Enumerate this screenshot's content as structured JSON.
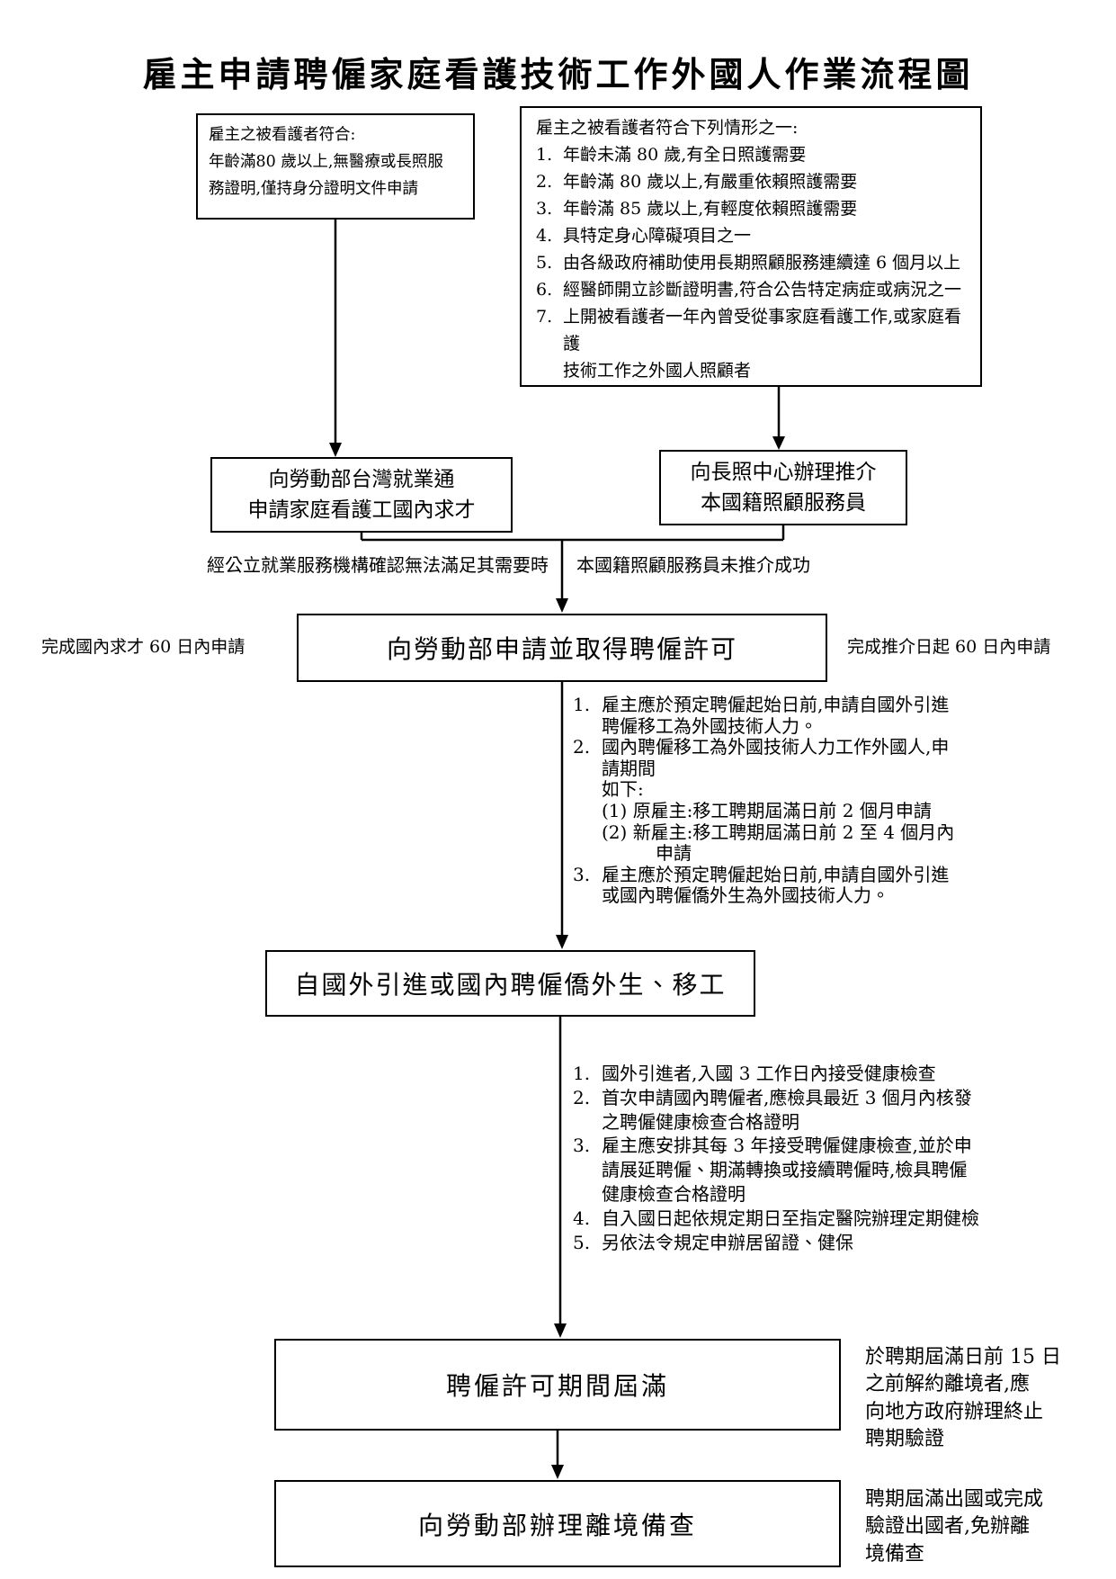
{
  "style": {
    "ink": "#000000",
    "background": "#ffffff"
  },
  "title": "雇主申請聘僱家庭看護技術工作外國人作業流程圖",
  "box_simple": {
    "heading": "雇主之被看護者符合:",
    "body": "年齡滿80 歲以上,無醫療或長照服\n務證明,僅持身分證明文件申請"
  },
  "box_conditions": {
    "heading": "雇主之被看護者符合下列情形之一:",
    "items": [
      {
        "marker": "1.",
        "text": "年齡未滿 80 歲,有全日照護需要"
      },
      {
        "marker": "2.",
        "text": "年齡滿 80 歲以上,有嚴重依賴照護需要"
      },
      {
        "marker": "3.",
        "text": "年齡滿 85 歲以上,有輕度依賴照護需要"
      },
      {
        "marker": "4.",
        "text": "具特定身心障礙項目之一"
      },
      {
        "marker": "5.",
        "text": "由各級政府補助使用長期照顧服務連續達 6 個月以上"
      },
      {
        "marker": "6.",
        "text": "經醫師開立診斷證明書,符合公告特定病症或病況之一"
      },
      {
        "marker": "7.",
        "text": "上開被看護者一年內曾受從事家庭看護工作,或家庭看護\n技術工作之外國人照顧者"
      }
    ]
  },
  "box_domestic_recruit": {
    "label": "向勞動部台灣就業通\n申請家庭看護工國內求才"
  },
  "box_ltc_referral": {
    "label": "向長照中心辦理推介\n本國籍照顧服務員"
  },
  "merge_labels": {
    "left": "經公立就業服務機構確認無法滿足其需要時",
    "right": "本國籍照顧服務員未推介成功"
  },
  "box_permit": {
    "label": "向勞動部申請並取得聘僱許可",
    "left_note": "完成國內求才 60 日內申請",
    "right_note": "完成推介日起 60 日內申請"
  },
  "notes_application": {
    "items": [
      {
        "marker": "1.",
        "text": "雇主應於預定聘僱起始日前,申請自國外引進\n聘僱移工為外國技術人力。"
      },
      {
        "marker": "2.",
        "text": "國內聘僱移工為外國技術人力工作外國人,申\n請期間\n如下:\n(1) 原雇主:移工聘期屆滿日前 2 個月申請\n(2) 新雇主:移工聘期屆滿日前 2 至 4 個月內\n　　　申請"
      },
      {
        "marker": "3.",
        "text": "雇主應於預定聘僱起始日前,申請自國外引進\n或國內聘僱僑外生為外國技術人力。"
      }
    ]
  },
  "box_entry": {
    "label": "自國外引進或國內聘僱僑外生、移工"
  },
  "notes_health": {
    "items": [
      {
        "marker": "1.",
        "text": "國外引進者,入國 3 工作日內接受健康檢查"
      },
      {
        "marker": "2.",
        "text": "首次申請國內聘僱者,應檢具最近 3 個月內核發\n之聘僱健康檢查合格證明"
      },
      {
        "marker": "3.",
        "text": "雇主應安排其每 3 年接受聘僱健康檢查,並於申\n請展延聘僱、期滿轉換或接續聘僱時,檢具聘僱\n健康檢查合格證明"
      },
      {
        "marker": "4.",
        "text": "自入國日起依規定期日至指定醫院辦理定期健檢"
      },
      {
        "marker": "5.",
        "text": "另依法令規定申辦居留證、健保"
      }
    ]
  },
  "box_expiry": {
    "label": "聘僱許可期間屆滿",
    "side_note": "於聘期屆滿日前 15 日\n之前解約離境者,應\n向地方政府辦理終止\n聘期驗證"
  },
  "box_departure": {
    "label": "向勞動部辦理離境備查",
    "side_note": "聘期屆滿出國或完成\n驗證出國者,免辦離\n境備查"
  }
}
